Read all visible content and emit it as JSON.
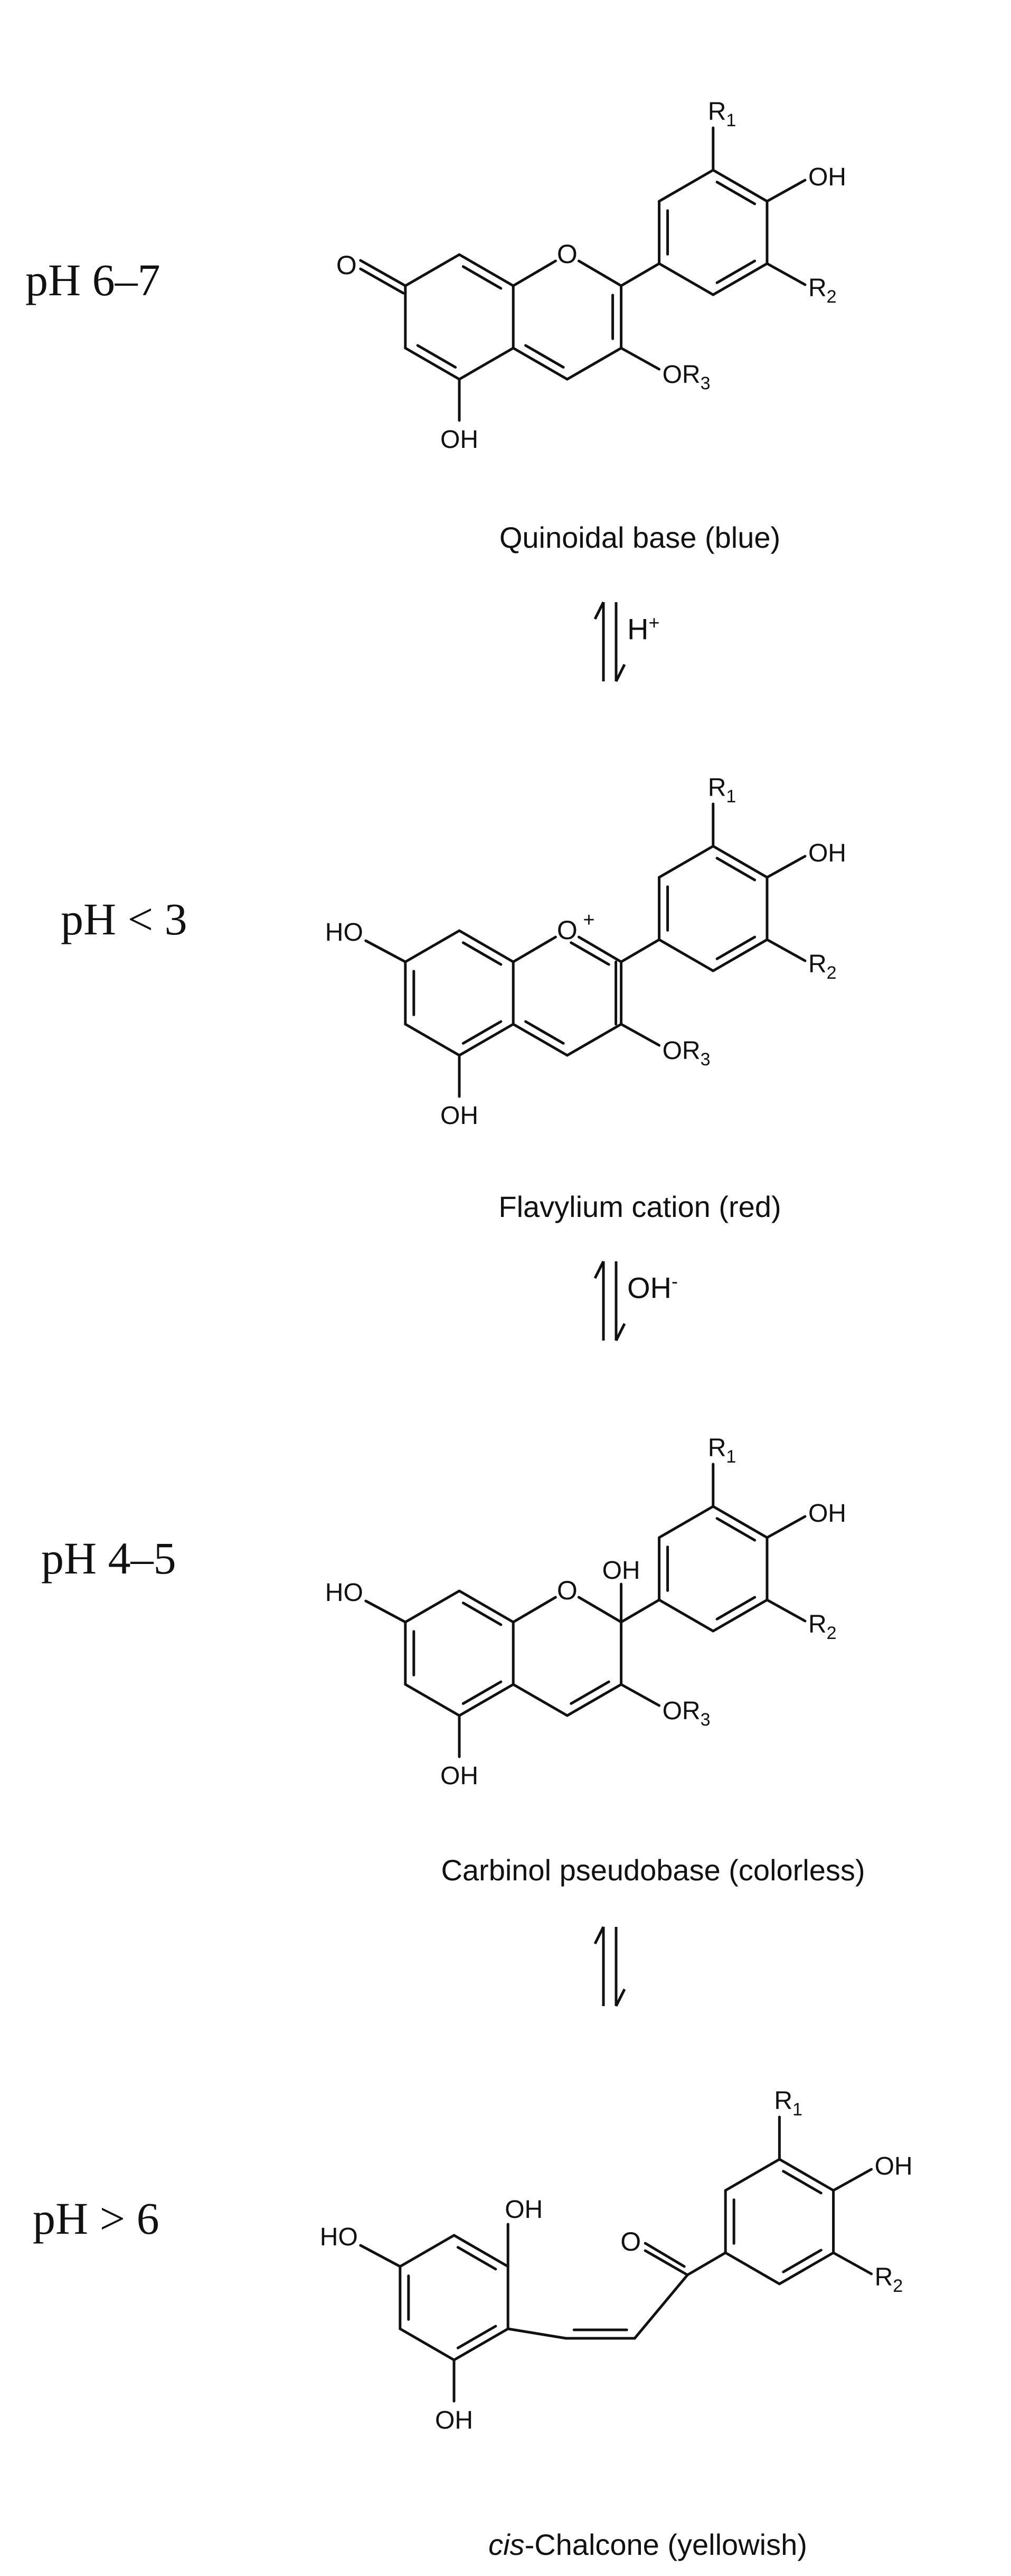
{
  "structures": [
    {
      "id": "quinoidal",
      "ph_label": "pH 6–7",
      "caption": "Quinoidal base (blue)",
      "caption_prefix_italic": ""
    },
    {
      "id": "flavylium",
      "ph_label": "pH < 3",
      "caption": "Flavylium cation (red)",
      "caption_prefix_italic": ""
    },
    {
      "id": "carbinol",
      "ph_label": "pH 4–5",
      "caption": "Carbinol pseudobase (colorless)",
      "caption_prefix_italic": ""
    },
    {
      "id": "chalcone",
      "ph_label": "pH > 6",
      "caption": "-Chalcone (yellowish)",
      "caption_prefix_italic": "cis"
    }
  ],
  "equilibria": [
    {
      "reagent_base": "H",
      "reagent_sup": "+"
    },
    {
      "reagent_base": "OH",
      "reagent_sup": "-"
    },
    {
      "reagent_base": "",
      "reagent_sup": ""
    }
  ],
  "atom_labels": {
    "R1": "R",
    "R1_sub": "1",
    "R2": "R",
    "R2_sub": "2",
    "OR3": "OR",
    "OR3_sub": "3",
    "OH": "OH",
    "HO": "HO",
    "O": "O",
    "O_plus": "+"
  }
}
